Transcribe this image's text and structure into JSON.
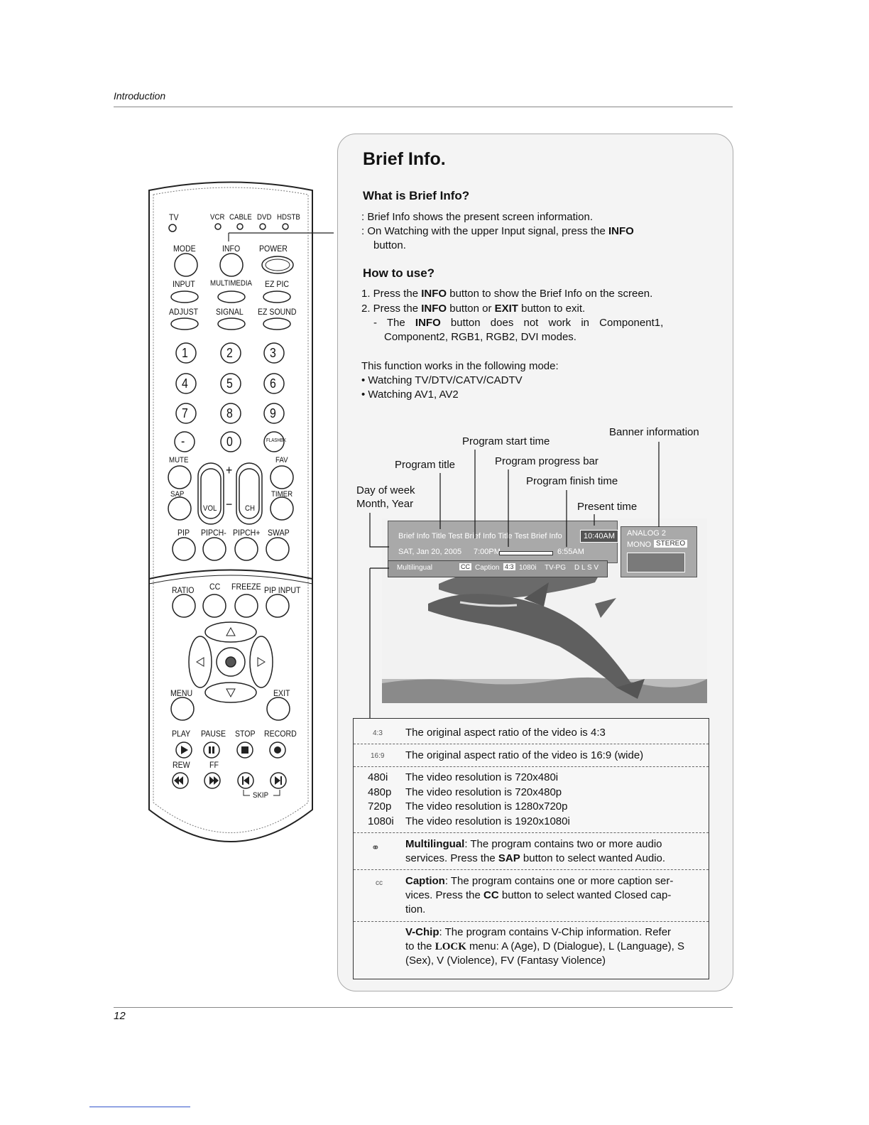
{
  "header": {
    "section": "Introduction",
    "page_number": "12"
  },
  "remote": {
    "source_labels": [
      "TV",
      "VCR",
      "CABLE",
      "DVD",
      "HDSTB"
    ],
    "row1": [
      "MODE",
      "INFO",
      "POWER"
    ],
    "row2": [
      "INPUT",
      "MULTIMEDIA",
      "EZ PIC"
    ],
    "row3": [
      "ADJUST",
      "SIGNAL",
      "EZ SOUND"
    ],
    "digits": [
      "1",
      "2",
      "3",
      "4",
      "5",
      "6",
      "7",
      "8",
      "9",
      "-",
      "0",
      "FLASHBK"
    ],
    "mute": "MUTE",
    "fav": "FAV",
    "sap": "SAP",
    "timer": "TIMER",
    "vol": "VOL",
    "ch": "CH",
    "plus": "+",
    "minus": "−",
    "pip_row": [
      "PIP",
      "PIPCH-",
      "PIPCH+",
      "SWAP"
    ],
    "ratio_row": [
      "RATIO",
      "CC",
      "FREEZE",
      "PIP INPUT"
    ],
    "menu": "MENU",
    "exit": "EXIT",
    "play_row": [
      "PLAY",
      "PAUSE",
      "STOP",
      "RECORD"
    ],
    "rew": "REW",
    "ff": "FF",
    "skip": "SKIP"
  },
  "panel": {
    "title": "Brief Info.",
    "what_heading": "What is Brief Info?",
    "what_lines": [
      ": Brief Info shows the present screen information.",
      ": On Watching with the upper Input signal, press the ",
      "INFO",
      "button."
    ],
    "how_heading": "How to use?",
    "step1": [
      "1. Press the ",
      "INFO",
      " button to show the Brief Info on the screen."
    ],
    "step2": [
      "2. Press the ",
      "INFO",
      " button or ",
      "EXIT",
      " button to exit."
    ],
    "note": [
      "- The ",
      "INFO",
      " button does not work in Component1,",
      "Component2, RGB1, RGB2, DVI modes."
    ],
    "modes_intro": "This function works in the following mode:",
    "mode1": "• Watching TV/DTV/CATV/CADTV",
    "mode2": "• Watching AV1, AV2"
  },
  "annotations": {
    "banner_information": "Banner information",
    "program_start_time": "Program start time",
    "program_title": "Program title",
    "program_progress_bar": "Program progress bar",
    "program_finish_time": "Program finish time",
    "day_of_week": "Day of week",
    "month_year": "Month, Year",
    "present_time": "Present time"
  },
  "banner": {
    "title": "Brief Info Title Test Brief Info Title Test Brief Info",
    "time": "10:40AM",
    "date": "SAT, Jan 20, 2005",
    "start": "7:00PM",
    "finish": "6:55AM",
    "analog": "ANALOG 2",
    "mono": "MONO",
    "stereo": "STEREO",
    "line": [
      "Multilingual",
      "CC",
      "Caption",
      "4:3",
      "1080i",
      "TV-PG",
      "D L S V"
    ]
  },
  "legend": {
    "aspect43_icon": "4:3",
    "aspect43": "The original aspect ratio of the video is 4:3",
    "aspect169_icon": "16:9",
    "aspect169": "The original aspect ratio of the video is 16:9 (wide)",
    "res": [
      {
        "code": "480i",
        "text": "The video resolution is 720x480i"
      },
      {
        "code": "480p",
        "text": "The video resolution is 720x480p"
      },
      {
        "code": "720p",
        "text": "The video resolution is 1280x720p"
      },
      {
        "code": "1080i",
        "text": "The video resolution is 1920x1080i"
      }
    ],
    "multi_title": "Multilingual",
    "multi_text1": ": The program contains two or more audio",
    "multi_text2a": "services. Press the ",
    "multi_sap": "SAP",
    "multi_text2b": " button to select wanted Audio.",
    "cc_icon": "cc",
    "cap_title": "Caption",
    "cap_text1": ": The program contains one or more caption ser-",
    "cap_text2a": "vices. Press the ",
    "cap_cc": "CC",
    "cap_text2b": " button to select wanted Closed cap-",
    "cap_text3": "tion.",
    "vchip_title": "V-Chip",
    "vchip_text1": ": The program contains V-Chip information. Refer",
    "vchip_text2a": "to the ",
    "vchip_lock": "LOCK",
    "vchip_text2b": " menu: A (Age), D (Dialogue), L (Language), S",
    "vchip_text3": "(Sex), V (Violence), FV (Fantasy Violence)"
  }
}
